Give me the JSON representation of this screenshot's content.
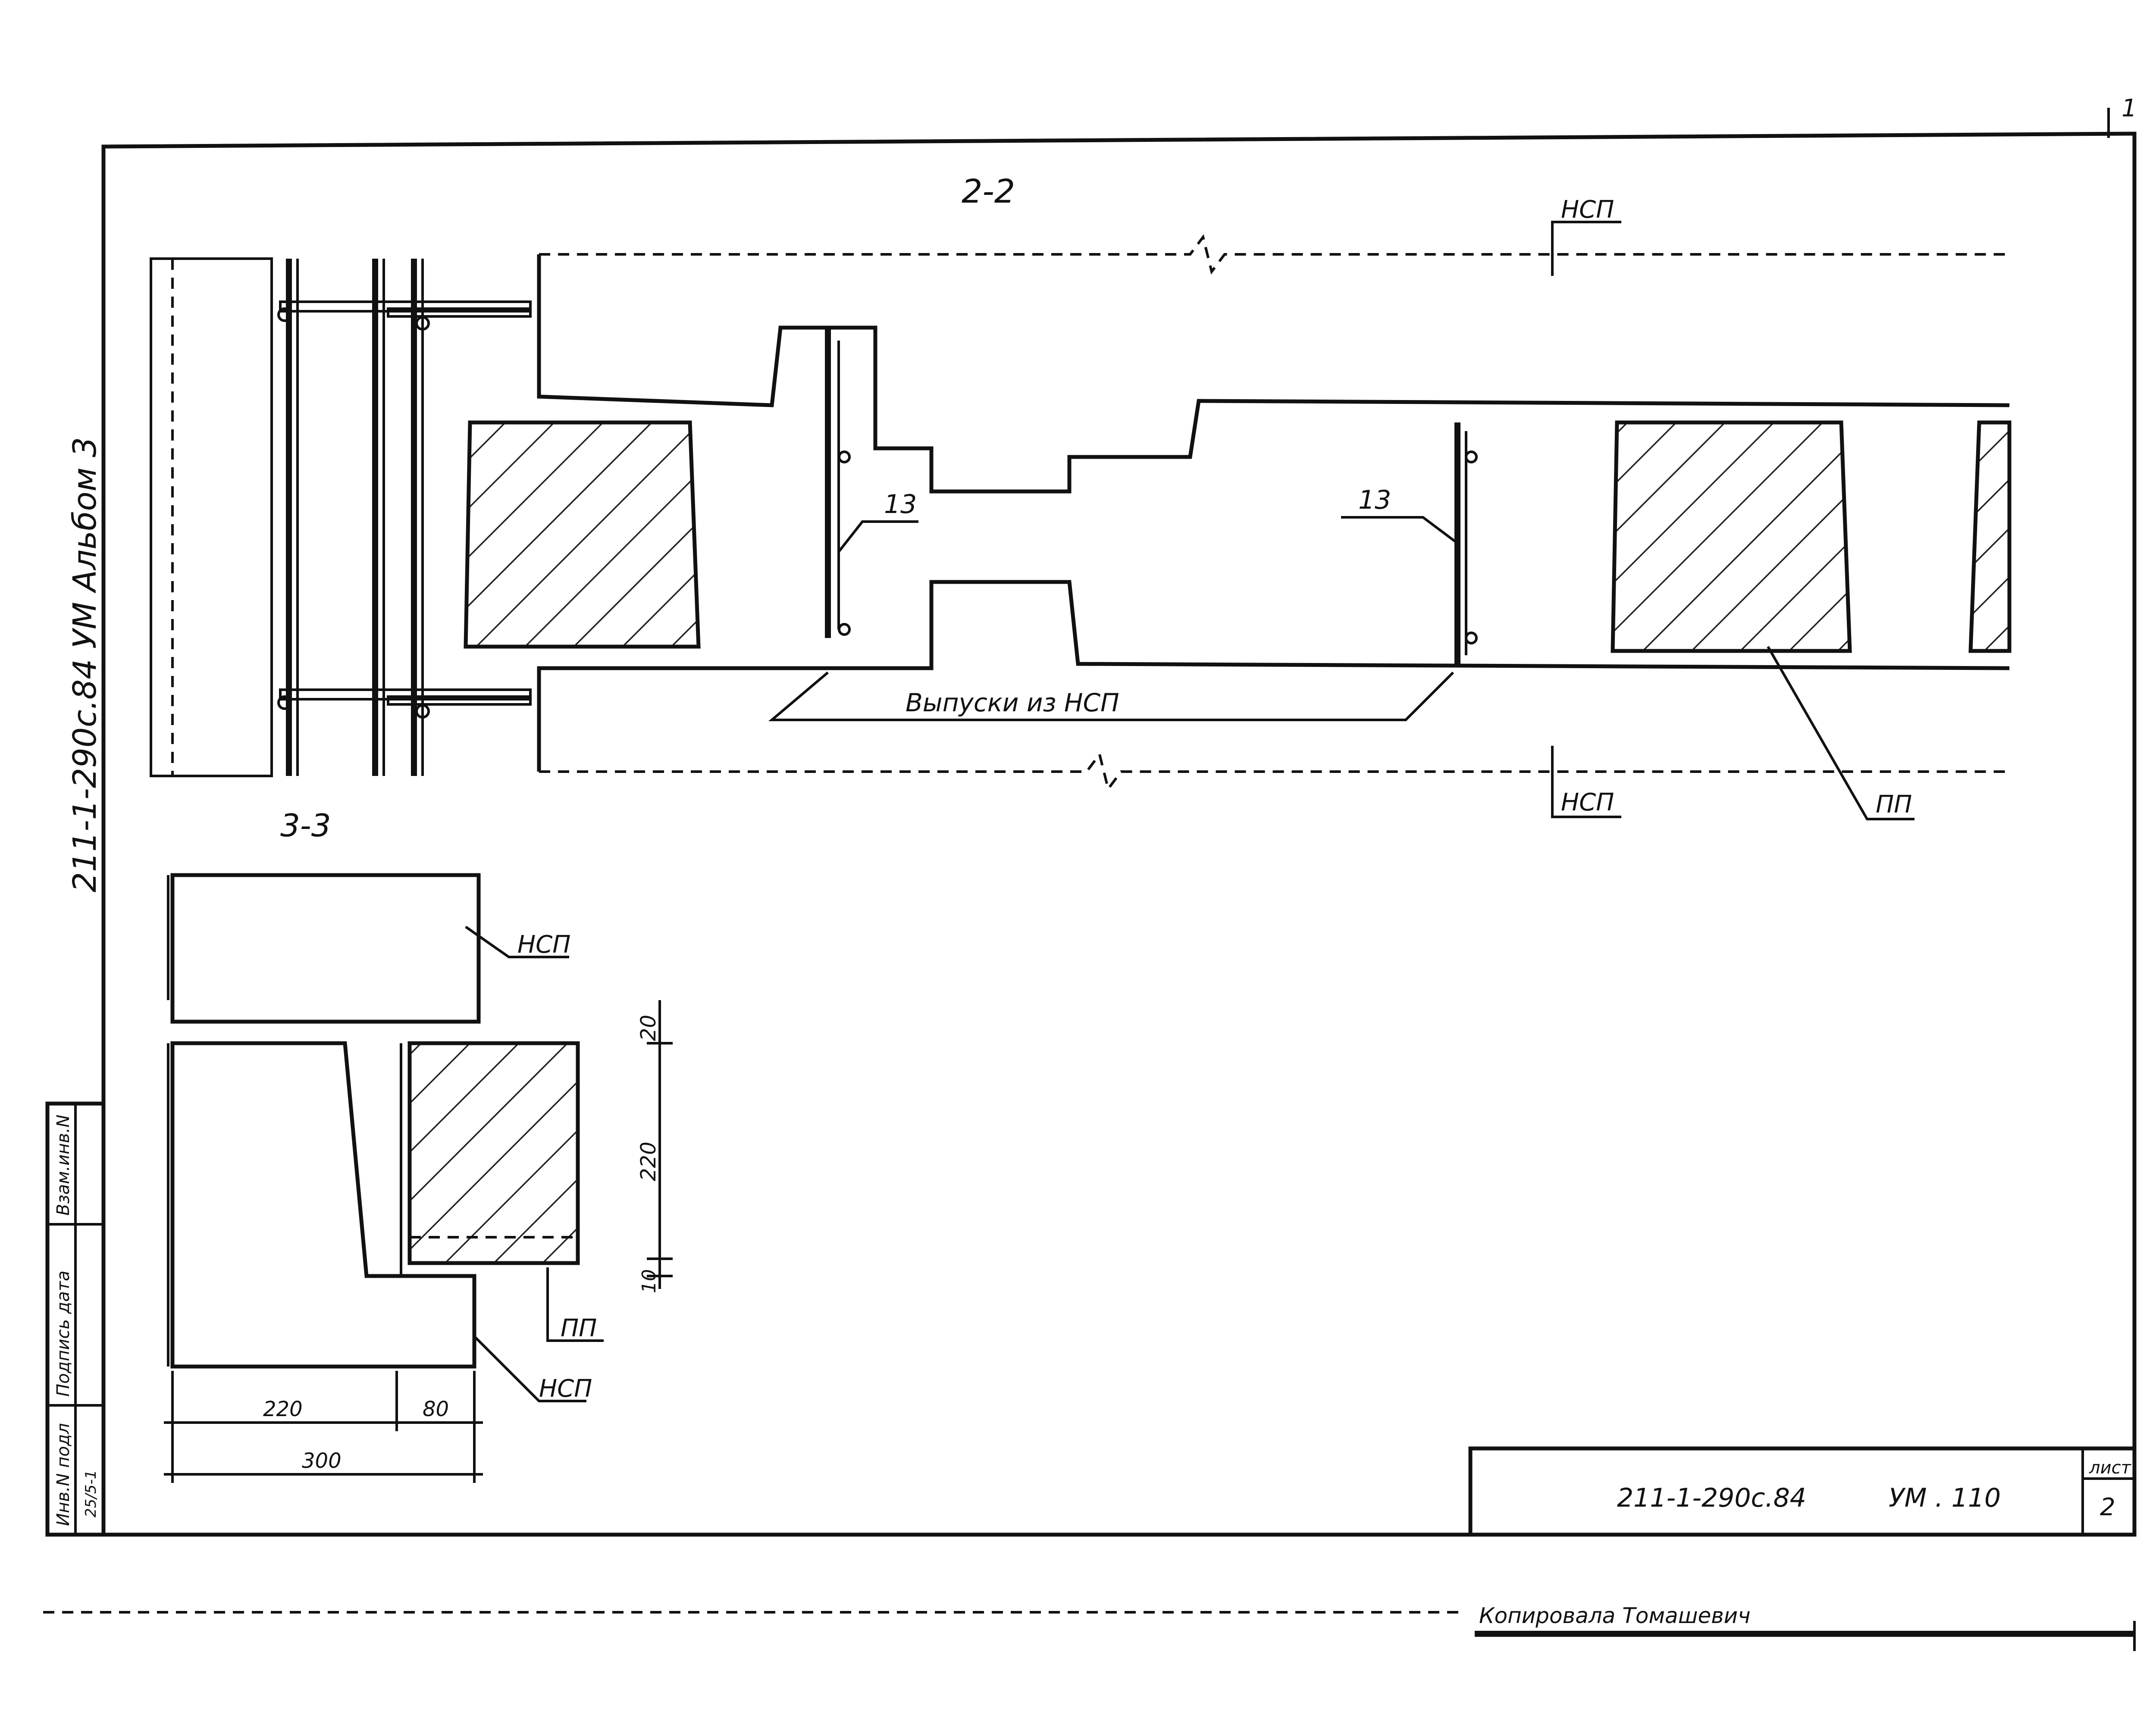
{
  "sheet_corner_number": "1",
  "album_label": "211-1-290с.84    УМ    Альбом 3",
  "section_2_2": {
    "title": "2-2",
    "top_label": "НСП",
    "bottom_label": "НСП",
    "pp_label": "ПП",
    "callout_1": "13",
    "callout_2": "13",
    "bar_label": "Выпуски из НСП"
  },
  "section_3_3": {
    "title": "3-3",
    "label_top_slab": "НСП",
    "label_pp": "ПП",
    "label_bottom_slab": "НСП",
    "dimensions": {
      "width_left": "220",
      "width_right": "80",
      "width_total": "300",
      "height_top": "20",
      "height_mid": "220",
      "height_bottom": "10"
    }
  },
  "side_stamp": {
    "col1": "Инв.N подл",
    "col2": "Подпись дата",
    "col3": "Взам.инв.N",
    "inventory": "25/5-1"
  },
  "title_block": {
    "code": "211-1-290с.84",
    "mark": "УМ . 110",
    "sheet_label": "лист",
    "sheet_number": "2"
  },
  "footer_signature": "Копировала Томашевич"
}
